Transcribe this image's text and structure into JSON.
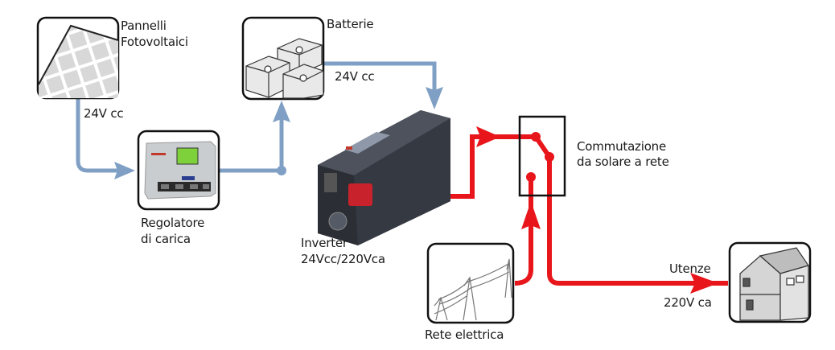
{
  "diagram": {
    "title": "Photovoltaic off-grid system with grid switchover",
    "colors": {
      "dc_line": "#7f9fc4",
      "ac_line": "#e8151b",
      "box_border": "#111111",
      "text": "#1a1a1a"
    },
    "nodes": {
      "solar_panels": {
        "label_line1": "Pannelli",
        "label_line2": "Fotovoltaici",
        "icon": "solar-panel-icon"
      },
      "batteries": {
        "label": "Batterie",
        "icon": "battery-icon"
      },
      "charge_controller": {
        "label_line1": "Regolatore",
        "label_line2": "di carica",
        "icon": "charge-controller-icon"
      },
      "inverter": {
        "label_line1": "Inverter",
        "label_line2": "24Vcc/220Vca",
        "icon": "inverter-icon"
      },
      "switch": {
        "label_line1": "Commutazione",
        "label_line2": "da solare a rete",
        "icon": "transfer-switch-icon"
      },
      "grid": {
        "label": "Rete elettrica",
        "icon": "power-pylon-icon"
      },
      "loads": {
        "label": "Utenze",
        "icon": "house-icon"
      }
    },
    "edge_labels": {
      "panels_to_controller": "24V cc",
      "batteries_to_inverter": "24V cc",
      "switch_to_loads": "220V ca"
    }
  }
}
